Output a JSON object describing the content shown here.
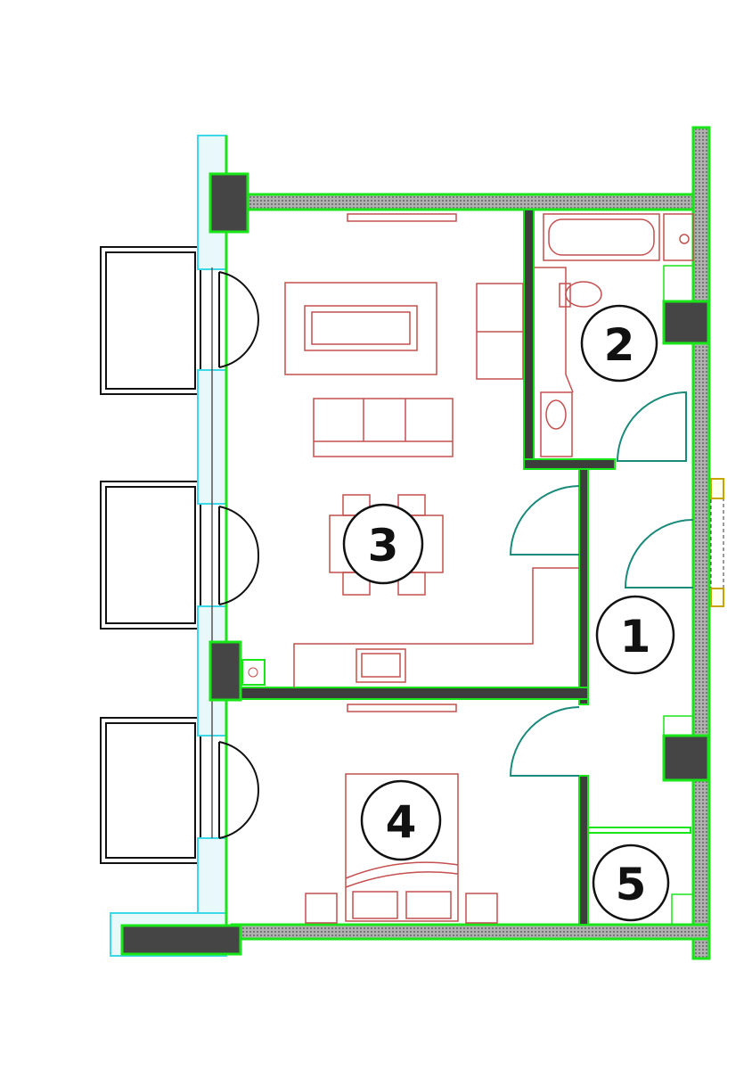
{
  "plan": {
    "rooms": [
      {
        "number": "1"
      },
      {
        "number": "2"
      },
      {
        "number": "3"
      },
      {
        "number": "4"
      },
      {
        "number": "5"
      }
    ],
    "colors": {
      "wall_outline": "#19e619",
      "furniture": "#c4504f",
      "door": "#1a8a7a",
      "glass": "#3cd8e6"
    }
  }
}
